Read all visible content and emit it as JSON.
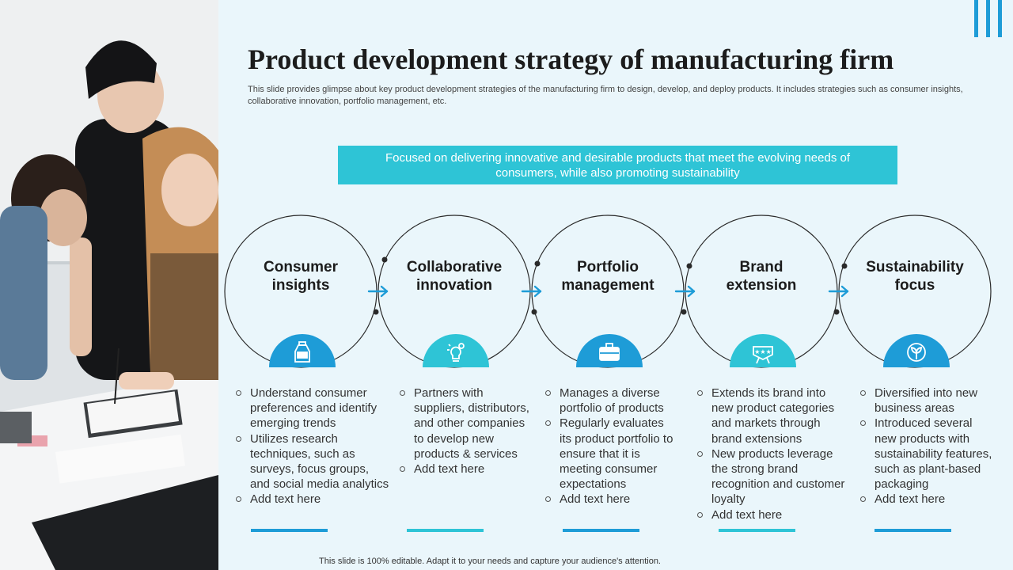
{
  "title": "Product development strategy of manufacturing firm",
  "subtitle": "This slide provides glimpse about key product development strategies of the manufacturing firm to design, develop, and deploy products. It includes strategies such as consumer insights, collaborative innovation, portfolio management, etc.",
  "banner": "Focused on delivering innovative and desirable products that meet the evolving needs of consumers, while also promoting sustainability",
  "colors": {
    "accent": "#2ec4d6",
    "accent_dark": "#1e9cd7",
    "background": "#eaf6fb",
    "circle_stroke": "#2a2a2a"
  },
  "steps": [
    {
      "title_line1": "Consumer",
      "title_line2": "insights",
      "icon": "jar-icon",
      "color": "#1e9cd7",
      "points": [
        "Understand consumer preferences and identify emerging trends",
        "Utilizes research techniques, such as surveys, focus groups, and social media analytics",
        "Add text here"
      ]
    },
    {
      "title_line1": "Collaborative",
      "title_line2": "innovation",
      "icon": "lightbulb-gear-icon",
      "color": "#2ec4d6",
      "points": [
        "Partners with suppliers, distributors, and other companies to develop new products & services",
        "Add text here"
      ]
    },
    {
      "title_line1": "Portfolio",
      "title_line2": "management",
      "icon": "briefcase-icon",
      "color": "#1e9cd7",
      "points": [
        "Manages a diverse portfolio of products",
        "Regularly evaluates its product portfolio to ensure that it is meeting consumer expectations",
        "Add text here"
      ]
    },
    {
      "title_line1": "Brand",
      "title_line2": "extension",
      "icon": "badge-stars-icon",
      "color": "#2ec4d6",
      "points": [
        "Extends its brand into new product categories and markets through brand extensions",
        "New products leverage the strong brand recognition and customer loyalty",
        "Add text here"
      ]
    },
    {
      "title_line1": "Sustainability",
      "title_line2": "focus",
      "icon": "eco-leaf-icon",
      "color": "#1e9cd7",
      "points": [
        "Diversified into new business areas",
        "Introduced several new products with sustainability features, such as plant-based packaging",
        "Add text here"
      ]
    }
  ],
  "footer": "This slide is 100% editable. Adapt it to your needs and capture your audience's attention."
}
